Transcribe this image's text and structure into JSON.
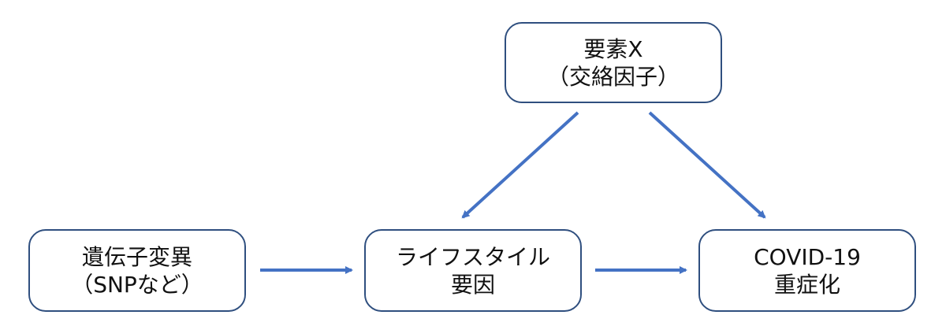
{
  "colors": {
    "arrow": "#4472c4",
    "box_border": "#2f4f7f",
    "text": "#111111"
  },
  "nodes": {
    "confounder": {
      "line1": "要素X",
      "line2": "（交絡因子）"
    },
    "genetic": {
      "line1": "遺伝子変異",
      "line2": "（SNPなど）"
    },
    "lifestyle": {
      "line1": "ライフスタイル",
      "line2": "要因"
    },
    "covid": {
      "line1": "COVID-19",
      "line2": "重症化"
    }
  },
  "edges": [
    {
      "from": "genetic",
      "to": "lifestyle"
    },
    {
      "from": "lifestyle",
      "to": "covid"
    },
    {
      "from": "confounder",
      "to": "lifestyle"
    },
    {
      "from": "confounder",
      "to": "covid"
    }
  ]
}
